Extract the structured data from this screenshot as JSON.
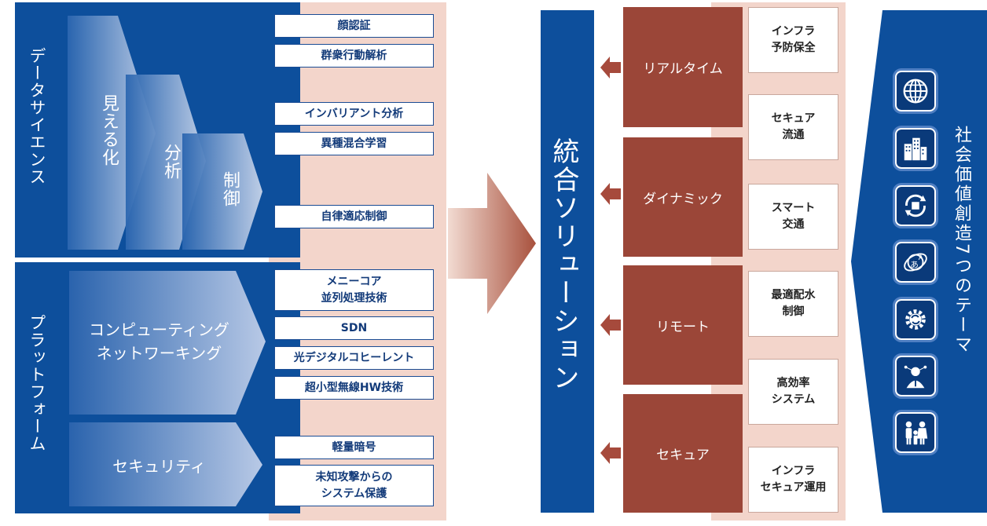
{
  "left": {
    "data_science_label": "データサイエンス",
    "platform_label": "プラットフォーム",
    "chevrons": {
      "visualize": "見える化",
      "analyze": "分析",
      "control": "制御",
      "computing_line1": "コンピューティング",
      "computing_line2": "ネットワーキング",
      "security": "セキュリティ"
    },
    "tech_boxes": [
      "顔認証",
      "群衆行動解析",
      "インバリアント分析",
      "異種混合学習",
      "自律適応制御",
      "メニーコア\n並列処理技術",
      "SDN",
      "光デジタルコヒーレント",
      "超小型無線HW技術",
      "軽量暗号",
      "未知攻撃からの\nシステム保護"
    ]
  },
  "center": {
    "title": "統合ソリューション"
  },
  "solutions": {
    "categories": [
      "リアルタイム",
      "ダイナミック",
      "リモート",
      "セキュア"
    ],
    "items": [
      "インフラ\n予防保全",
      "セキュア\n流通",
      "スマート\n交通",
      "最適配水\n制御",
      "高効率\nシステム",
      "インフラ\nセキュア運用"
    ]
  },
  "right": {
    "title": "社会価値創造7つのテーマ",
    "icons": [
      "globe-icon",
      "city-buildings-icon",
      "recycle-cubes-icon",
      "language-globe-icon",
      "gear-cycle-icon",
      "person-network-icon",
      "family-icon"
    ]
  },
  "colors": {
    "navy": "#0d4f9c",
    "pink": "#f3d5cb",
    "brick": "#9b4638"
  }
}
